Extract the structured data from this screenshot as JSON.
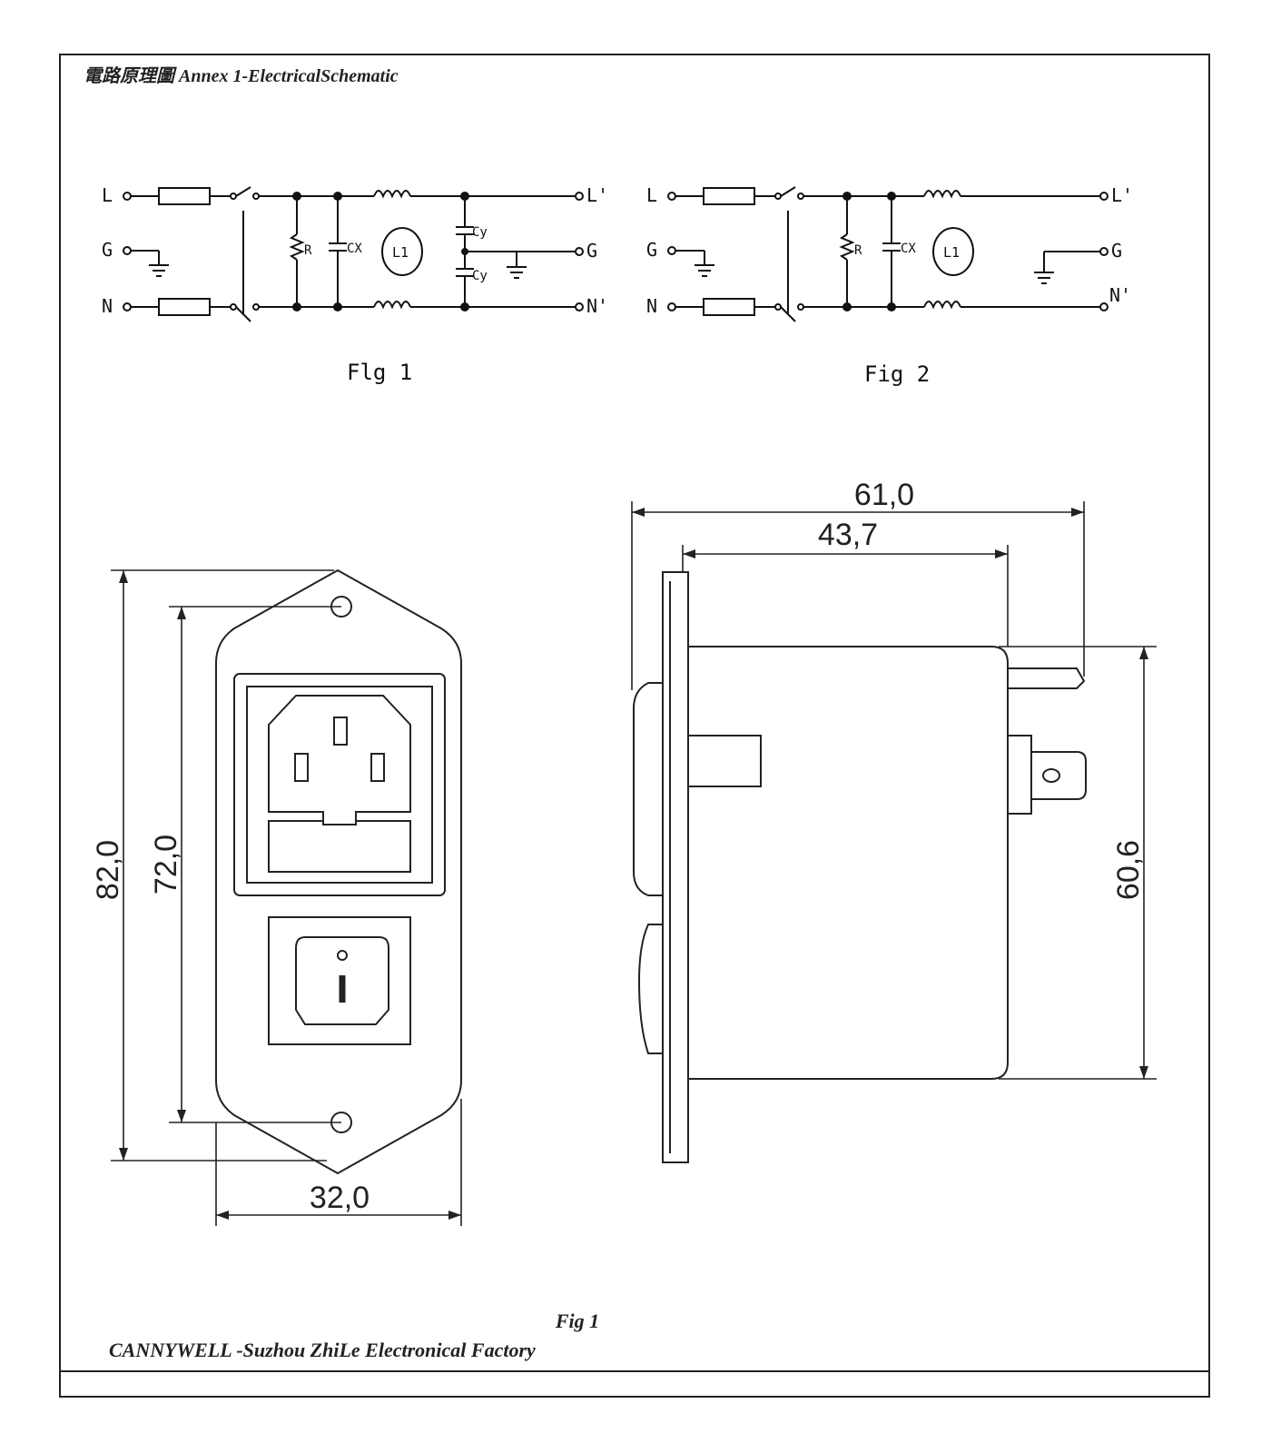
{
  "header": {
    "title": "電路原理圖 Annex 1-ElectricalSchematic"
  },
  "schematic": {
    "fig1": {
      "caption": "Flg 1",
      "terminals": {
        "L": "L",
        "G": "G",
        "N": "N",
        "L_out": "L'",
        "G_out": "G",
        "N_out": "N'"
      },
      "components": {
        "R": "R",
        "CX": "CX",
        "L1": "L1",
        "CY": "Cy"
      }
    },
    "fig2": {
      "caption": "Fig 2",
      "terminals": {
        "L": "L",
        "G": "G",
        "N": "N",
        "L_out": "L'",
        "G_out": "G",
        "N_out": "N'"
      },
      "components": {
        "R": "R",
        "CX": "CX",
        "L1": "L1"
      }
    }
  },
  "dimensions": {
    "front_height_outer": "82,0",
    "front_height_holes": "72,0",
    "front_width": "32,0",
    "side_depth_total": "61,0",
    "side_depth_body": "43,7",
    "side_height_body": "60,6"
  },
  "footer": {
    "caption": "Fig 1",
    "company": "CANNYWELL -Suzhou ZhiLe Electronical Factory"
  }
}
